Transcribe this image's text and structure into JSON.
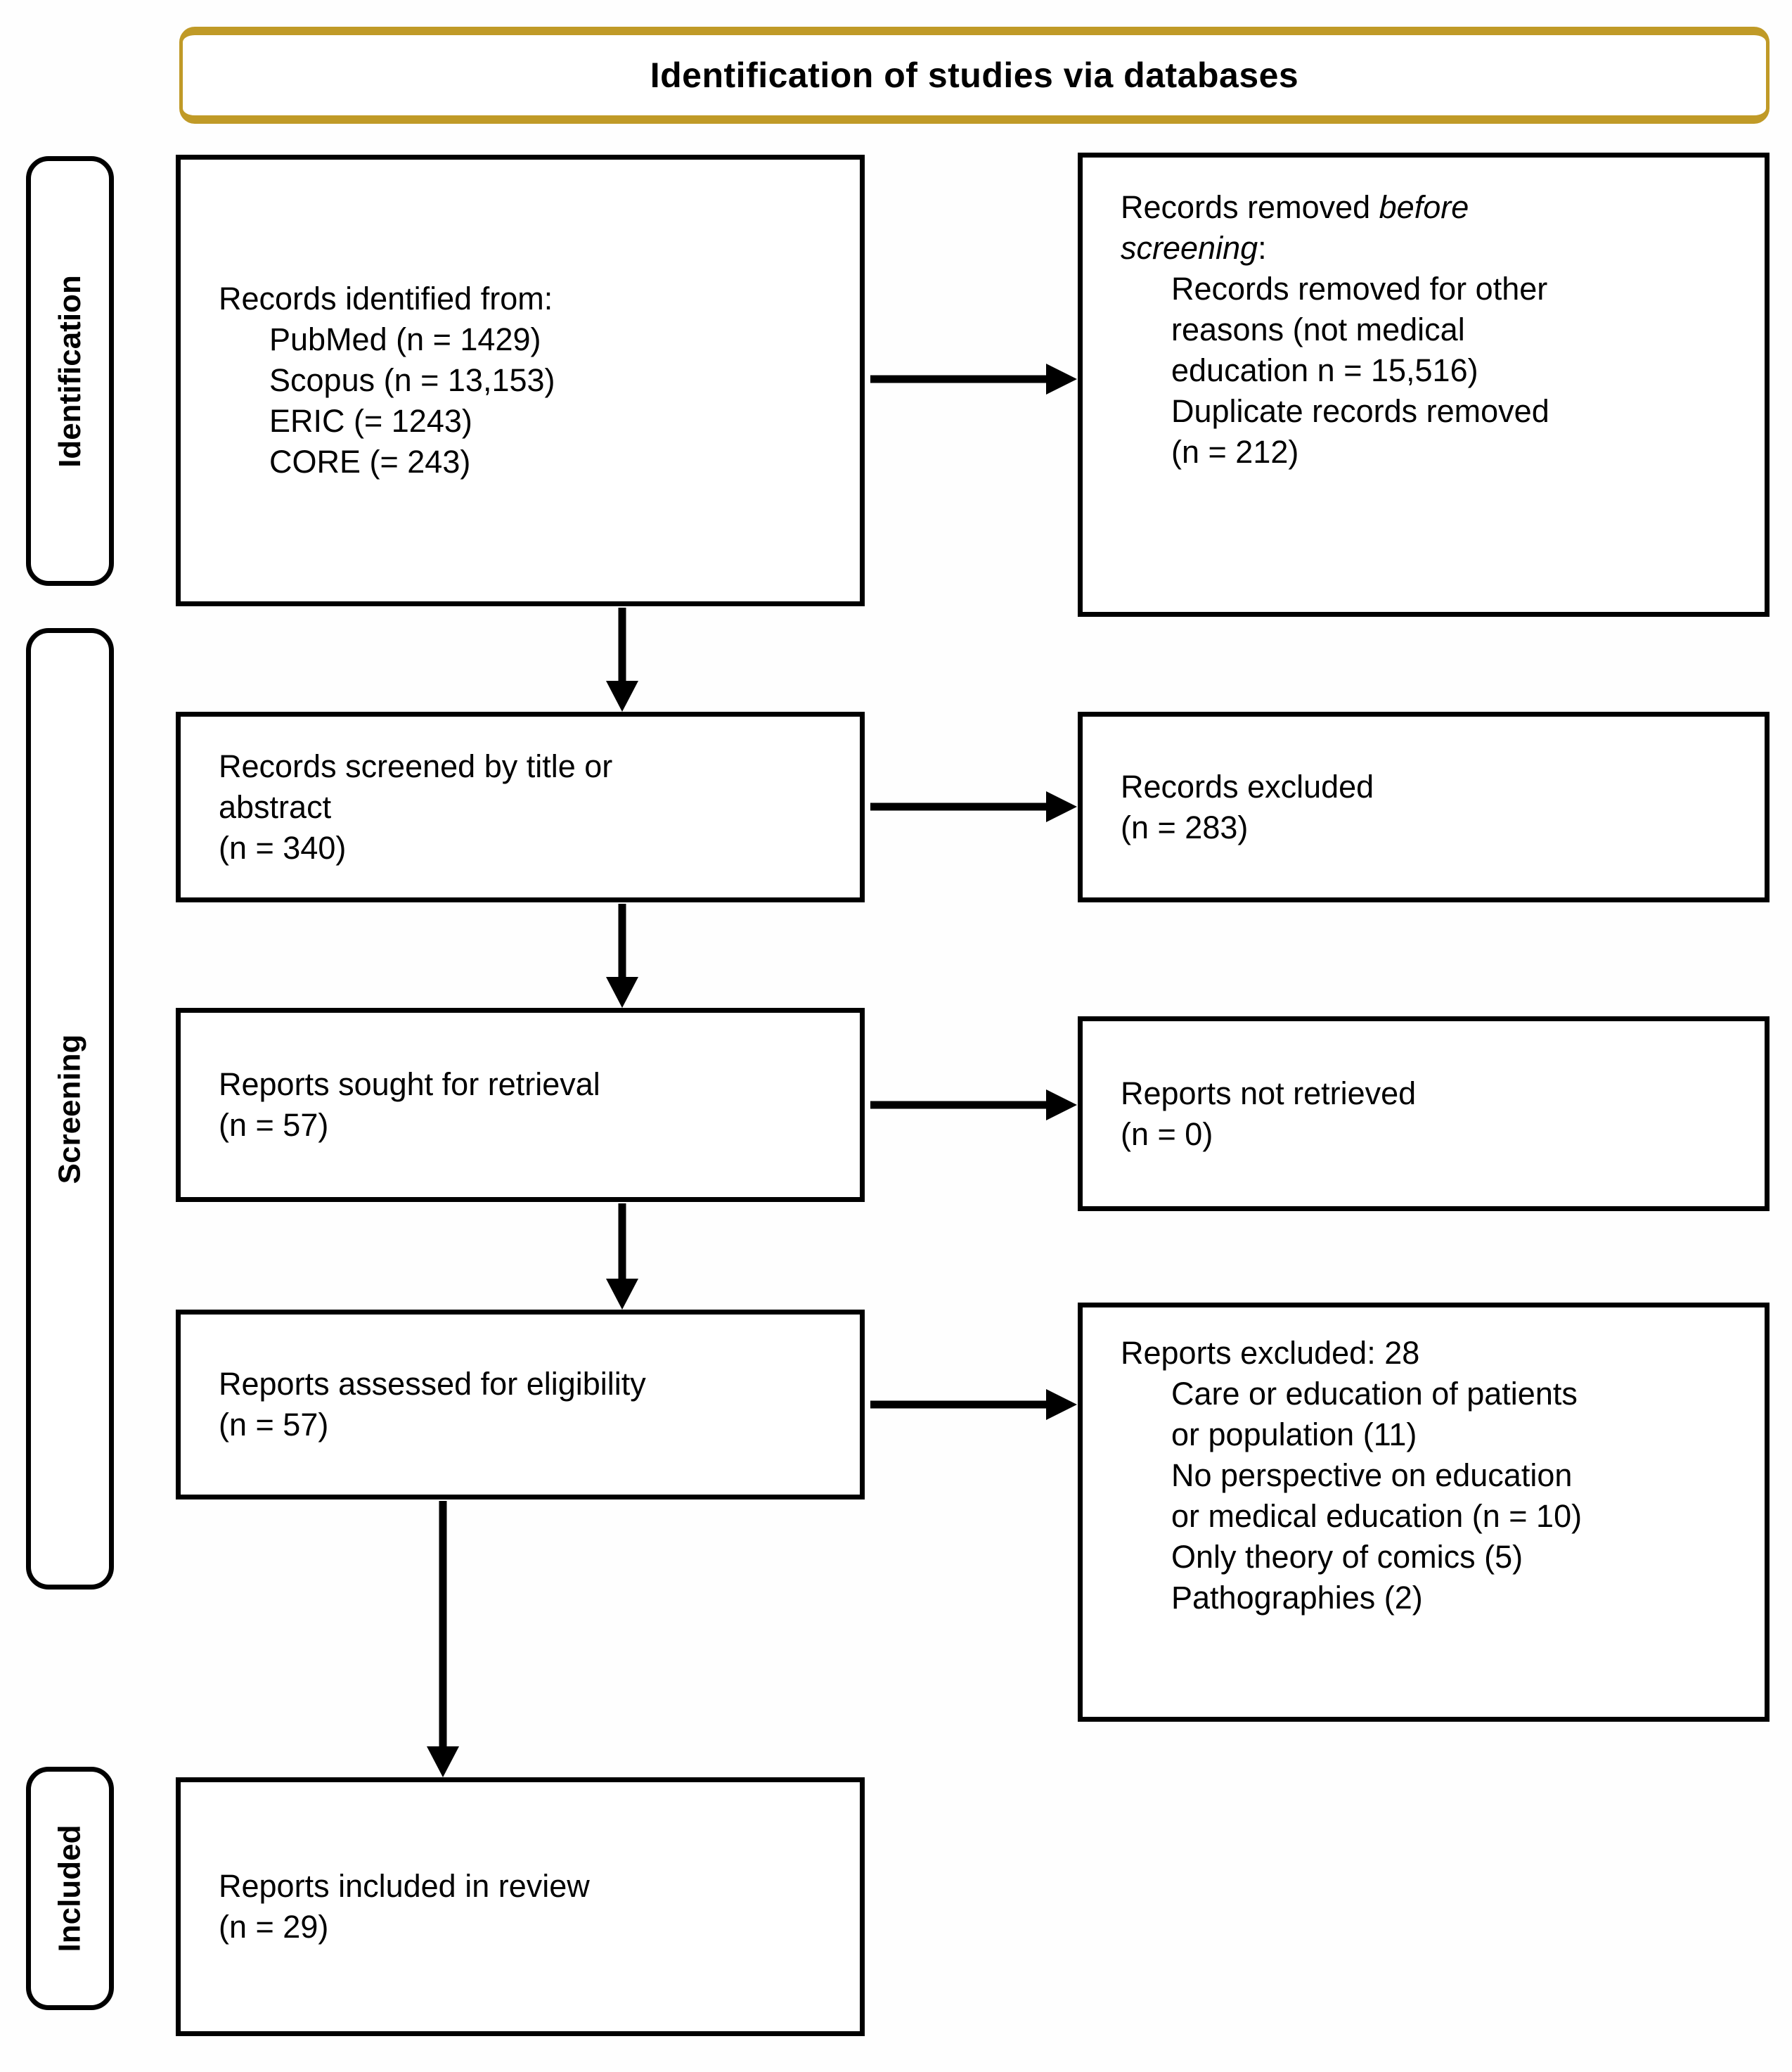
{
  "diagram": {
    "title": "Identification of studies via databases",
    "colors": {
      "title_border": "#C09A27",
      "box_border": "#000000",
      "arrow": "#000000",
      "text": "#000000",
      "background": "#FFFFFF"
    },
    "stages": [
      {
        "id": "identification",
        "label": "Identification"
      },
      {
        "id": "screening",
        "label": "Screening"
      },
      {
        "id": "included",
        "label": "Included"
      }
    ],
    "boxes": [
      {
        "id": "records-identified",
        "lines": [
          {
            "indent": false,
            "parts": [
              {
                "text": "Records identified from:"
              }
            ]
          },
          {
            "indent": true,
            "parts": [
              {
                "text": "PubMed (n = 1429)"
              }
            ]
          },
          {
            "indent": true,
            "parts": [
              {
                "text": "Scopus (n = 13,153)"
              }
            ]
          },
          {
            "indent": true,
            "parts": [
              {
                "text": "ERIC (= 1243)"
              }
            ]
          },
          {
            "indent": true,
            "parts": [
              {
                "text": "CORE (= 243)"
              }
            ]
          }
        ]
      },
      {
        "id": "records-removed",
        "lines": [
          {
            "indent": false,
            "parts": [
              {
                "text": "Records removed "
              },
              {
                "text": "before",
                "italic": true
              }
            ]
          },
          {
            "indent": false,
            "parts": [
              {
                "text": "screening",
                "italic": true
              },
              {
                "text": ":"
              }
            ]
          },
          {
            "indent": true,
            "parts": [
              {
                "text": "Records removed for other"
              }
            ]
          },
          {
            "indent": true,
            "parts": [
              {
                "text": "reasons (not medical"
              }
            ]
          },
          {
            "indent": true,
            "parts": [
              {
                "text": "education n = 15,516)"
              }
            ]
          },
          {
            "indent": true,
            "parts": [
              {
                "text": "Duplicate records removed"
              }
            ]
          },
          {
            "indent": true,
            "parts": [
              {
                "text": "(n = 212)"
              }
            ]
          }
        ]
      },
      {
        "id": "records-screened",
        "lines": [
          {
            "indent": false,
            "parts": [
              {
                "text": "Records screened by title or"
              }
            ]
          },
          {
            "indent": false,
            "parts": [
              {
                "text": "abstract"
              }
            ]
          },
          {
            "indent": false,
            "parts": [
              {
                "text": "(n = 340)"
              }
            ]
          }
        ]
      },
      {
        "id": "records-excluded",
        "lines": [
          {
            "indent": false,
            "parts": [
              {
                "text": "Records excluded"
              }
            ]
          },
          {
            "indent": false,
            "parts": [
              {
                "text": "(n = 283)"
              }
            ]
          }
        ]
      },
      {
        "id": "reports-sought",
        "lines": [
          {
            "indent": false,
            "parts": [
              {
                "text": "Reports sought for retrieval"
              }
            ]
          },
          {
            "indent": false,
            "parts": [
              {
                "text": "(n = 57)"
              }
            ]
          }
        ]
      },
      {
        "id": "reports-not-retrieved",
        "lines": [
          {
            "indent": false,
            "parts": [
              {
                "text": "Reports not retrieved"
              }
            ]
          },
          {
            "indent": false,
            "parts": [
              {
                "text": "(n = 0)"
              }
            ]
          }
        ]
      },
      {
        "id": "reports-assessed",
        "lines": [
          {
            "indent": false,
            "parts": [
              {
                "text": "Reports assessed for eligibility"
              }
            ]
          },
          {
            "indent": false,
            "parts": [
              {
                "text": "(n = 57)"
              }
            ]
          }
        ]
      },
      {
        "id": "reports-excluded",
        "lines": [
          {
            "indent": false,
            "parts": [
              {
                "text": "Reports excluded: 28"
              }
            ]
          },
          {
            "indent": true,
            "parts": [
              {
                "text": "Care or education of patients"
              }
            ]
          },
          {
            "indent": true,
            "parts": [
              {
                "text": "or population (11)"
              }
            ]
          },
          {
            "indent": true,
            "parts": [
              {
                "text": "No perspective on education"
              }
            ]
          },
          {
            "indent": true,
            "parts": [
              {
                "text": "or medical education (n = 10)"
              }
            ]
          },
          {
            "indent": true,
            "parts": [
              {
                "text": "Only theory of comics (5)"
              }
            ]
          },
          {
            "indent": true,
            "parts": [
              {
                "text": "Pathographies (2)"
              }
            ]
          }
        ]
      },
      {
        "id": "reports-included",
        "lines": [
          {
            "indent": false,
            "parts": [
              {
                "text": "Reports included in review"
              }
            ]
          },
          {
            "indent": false,
            "parts": [
              {
                "text": "(n = 29)"
              }
            ]
          }
        ]
      }
    ]
  }
}
